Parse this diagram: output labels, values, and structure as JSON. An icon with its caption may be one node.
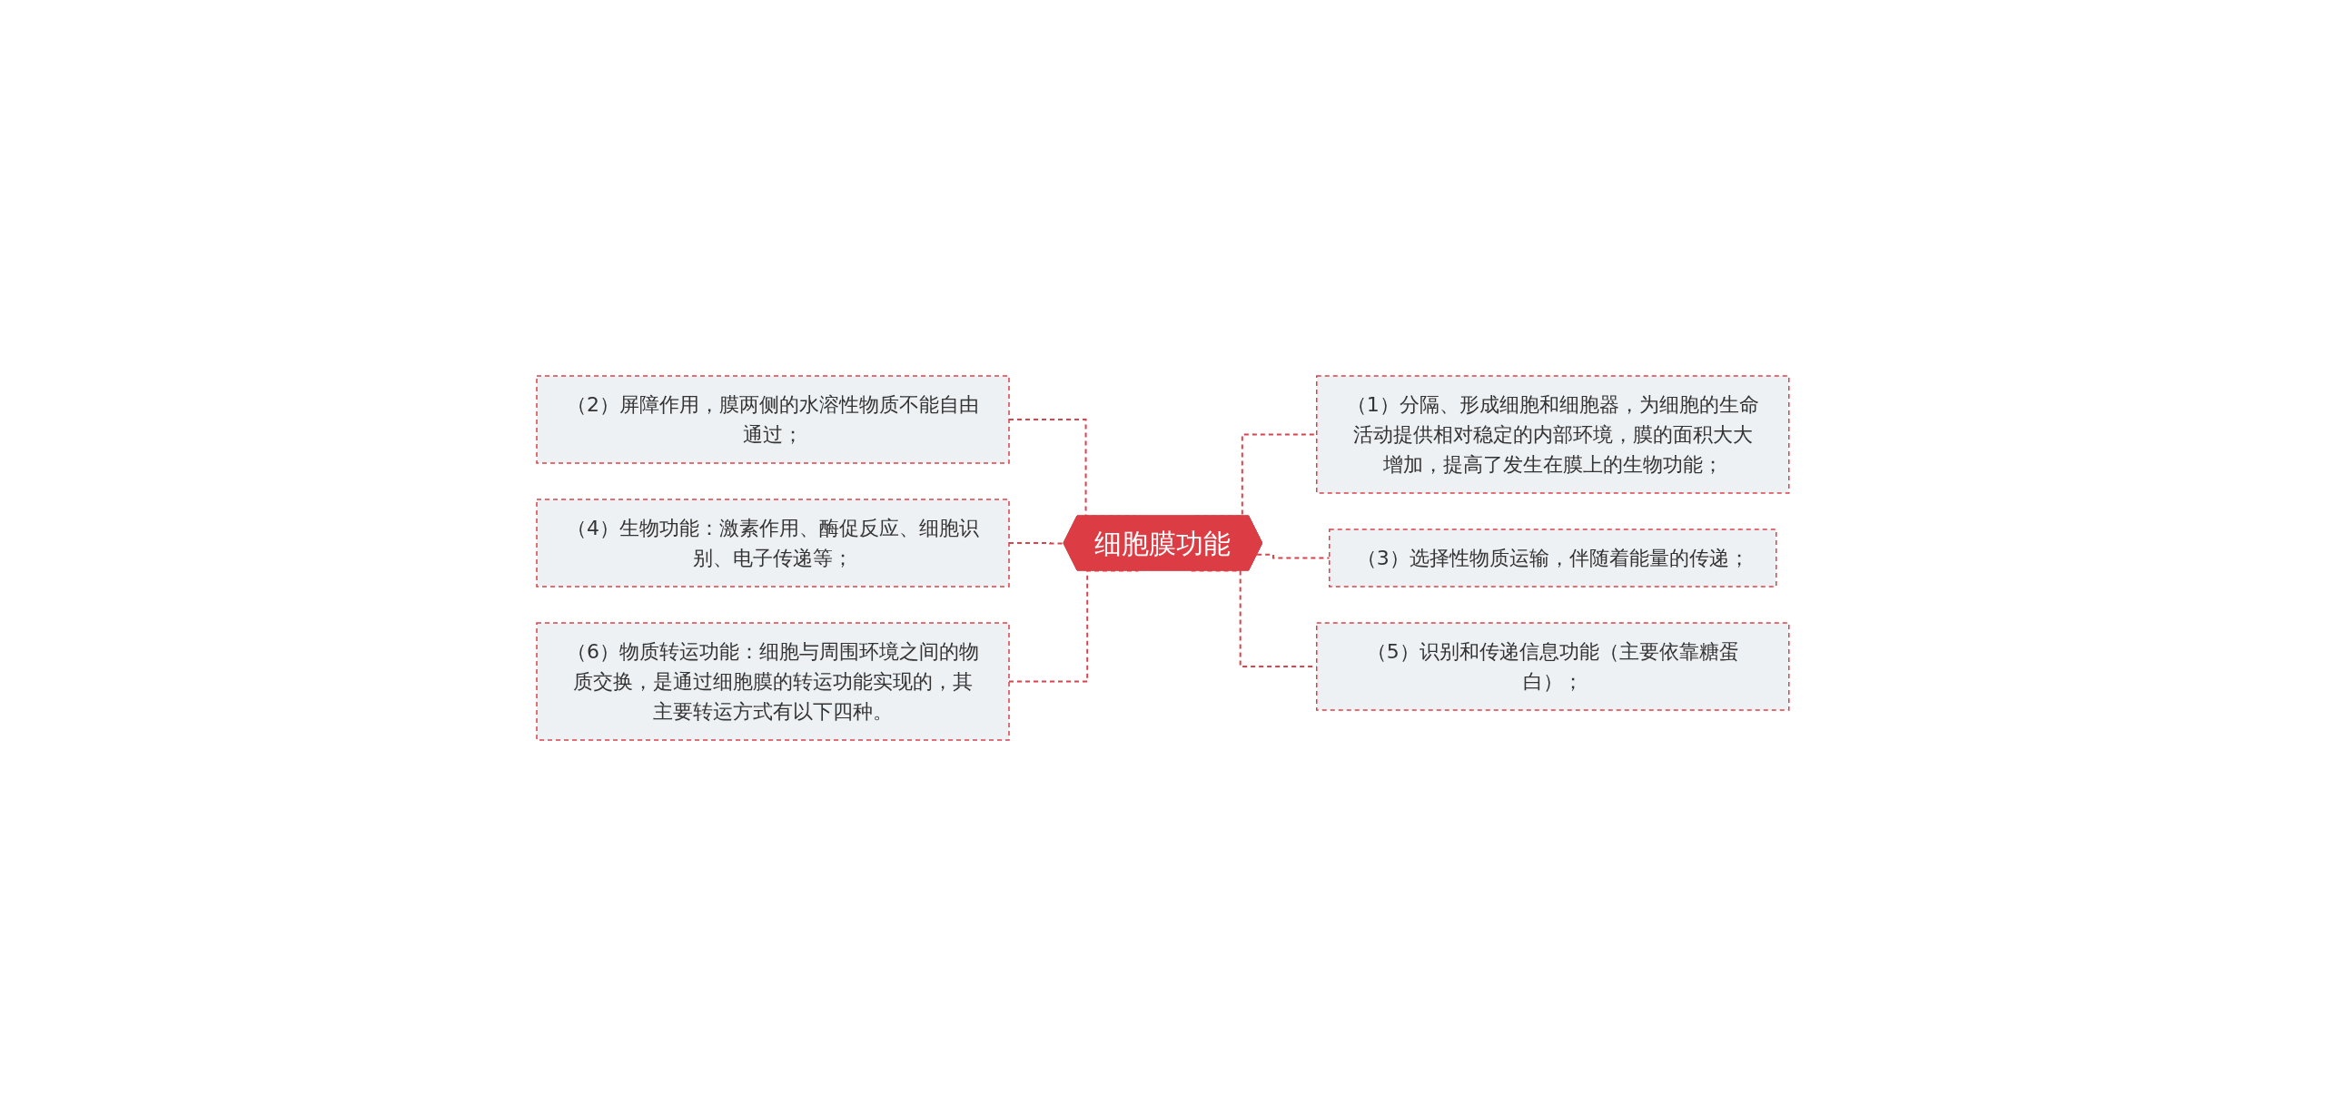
{
  "diagram": {
    "nodes": [
      {
        "text": [
          "细胞膜功能"
        ]
      },
      {
        "text": [
          "（2）屏障作用，膜两侧的水溶性物质不能自由通过；"
        ]
      },
      {
        "text": [
          "（4）生物功能：激素作用、酶促反应、细胞识别、电子传递等；"
        ]
      },
      {
        "text": [
          "（6）物质转运功能：细胞与周围环境之间的物质交换，是通过细胞膜的转运功能实现的，其主要转运方式有以下四种。"
        ]
      },
      {
        "text": [
          "（1）分隔、形成细胞和细胞器，为细胞的生命活动提供相对稳定的内部环境，膜的面积大大增加，提高了发生在膜上的生物功能；"
        ]
      },
      {
        "text": [
          "（3）选择性物质运输，伴随着能量的传递；"
        ]
      },
      {
        "text": [
          "（5）识别和传递信息功能（主要依靠糖蛋白）；"
        ]
      }
    ],
    "edges": [
      {
        "from": 0,
        "to": 1,
        "arrow": "none",
        "style": "dashed"
      },
      {
        "from": 0,
        "to": 2,
        "arrow": "none",
        "style": "dashed"
      },
      {
        "from": 0,
        "to": 3,
        "arrow": "none",
        "style": "dashed"
      },
      {
        "from": 0,
        "to": 4,
        "arrow": "none",
        "style": "dashed"
      },
      {
        "from": 0,
        "to": 5,
        "arrow": "none",
        "style": "dashed"
      },
      {
        "from": 0,
        "to": 6,
        "arrow": "none",
        "style": "dashed"
      }
    ]
  }
}
